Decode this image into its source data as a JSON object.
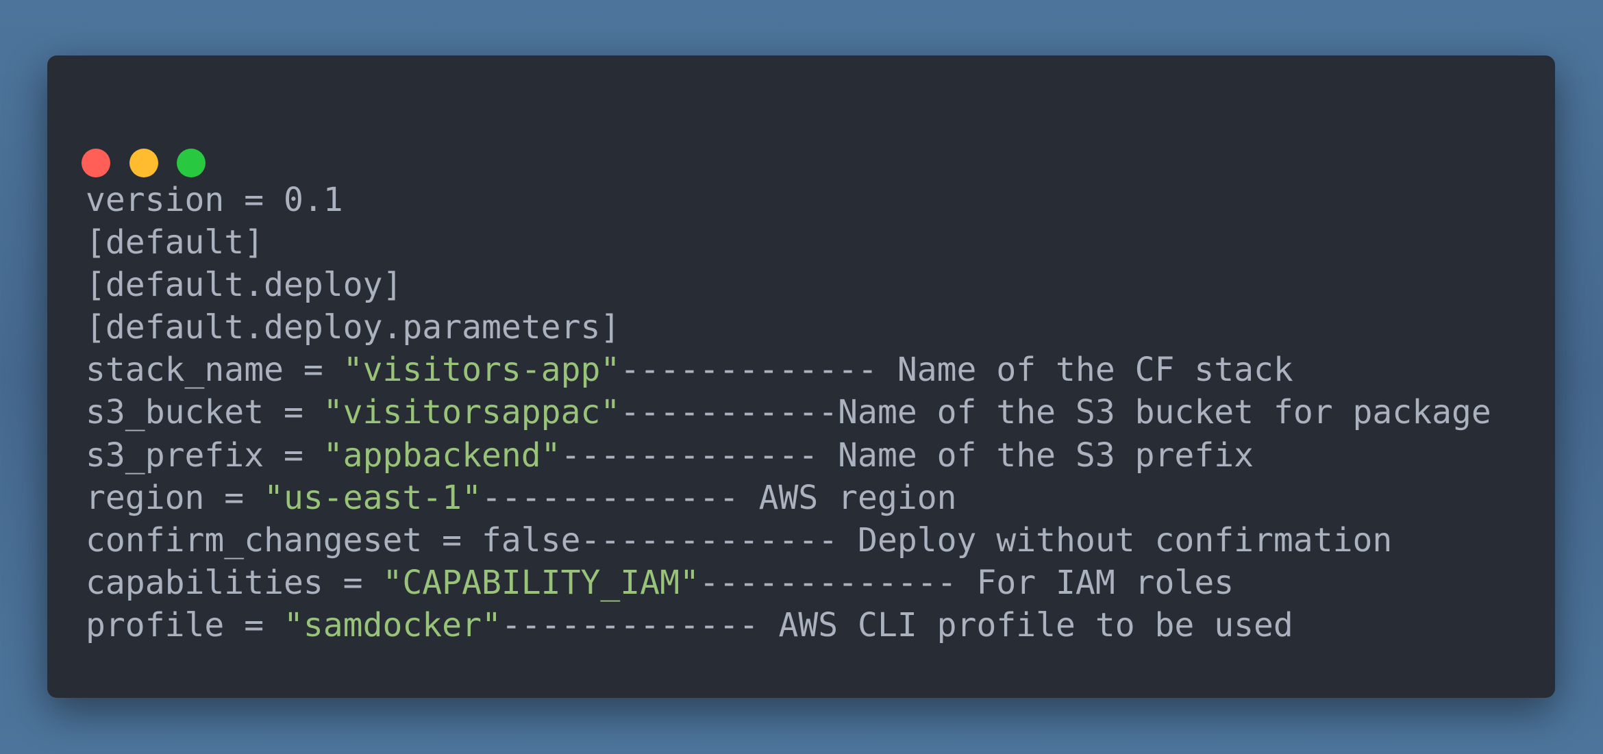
{
  "window": {
    "controls": [
      {
        "name": "close",
        "color": "#ff5f57"
      },
      {
        "name": "minimize",
        "color": "#febc2e"
      },
      {
        "name": "maximize",
        "color": "#28c840"
      }
    ]
  },
  "colors": {
    "background": "#282c34",
    "text": "#abb2bf",
    "string": "#98c379"
  },
  "code": {
    "lines": [
      {
        "pre": "version = 0.1",
        "str": "",
        "post": ""
      },
      {
        "pre": "[default]",
        "str": "",
        "post": ""
      },
      {
        "pre": "[default.deploy]",
        "str": "",
        "post": ""
      },
      {
        "pre": "[default.deploy.parameters]",
        "str": "",
        "post": ""
      },
      {
        "pre": "stack_name = ",
        "str": "\"visitors-app\"",
        "post": "------------- Name of the CF stack"
      },
      {
        "pre": "s3_bucket = ",
        "str": "\"visitorsappac\"",
        "post": "-----------Name of the S3 bucket for package"
      },
      {
        "pre": "s3_prefix = ",
        "str": "\"appbackend\"",
        "post": "------------- Name of the S3 prefix"
      },
      {
        "pre": "region = ",
        "str": "\"us-east-1\"",
        "post": "------------- AWS region"
      },
      {
        "pre": "confirm_changeset = false------------- Deploy without confirmation",
        "str": "",
        "post": ""
      },
      {
        "pre": "capabilities = ",
        "str": "\"CAPABILITY_IAM\"",
        "post": "------------- For IAM roles"
      },
      {
        "pre": "profile = ",
        "str": "\"samdocker\"",
        "post": "------------- AWS CLI profile to be used"
      }
    ]
  }
}
